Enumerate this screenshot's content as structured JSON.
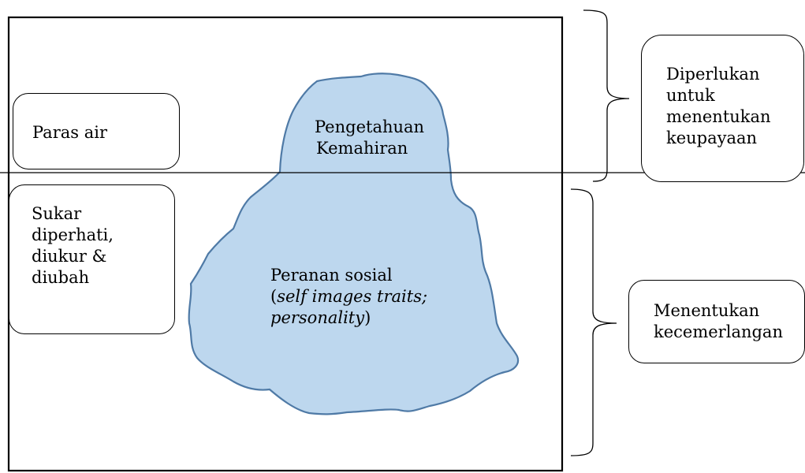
{
  "diagram": {
    "iceberg_fill": "#bdd7ee",
    "iceberg_stroke": "#4f7aa6",
    "above_water": {
      "line1": "Pengetahuan",
      "line2": "Kemahiran"
    },
    "below_water": {
      "line1": "Peranan sosial",
      "line2_open": "(",
      "line2_italic": "self images traits;",
      "line3_italic": "personality",
      "line3_close": ")"
    },
    "left_boxes": {
      "water_level": "Paras air",
      "hard_to_observe": [
        "Sukar",
        "diperhati,",
        "diukur &",
        "diubah"
      ]
    },
    "right_boxes": {
      "needed": [
        "Diperlukan",
        "untuk",
        "menentukan",
        "keupayaan"
      ],
      "excellence": [
        "Menentukan",
        "kecemerlangan"
      ]
    }
  }
}
